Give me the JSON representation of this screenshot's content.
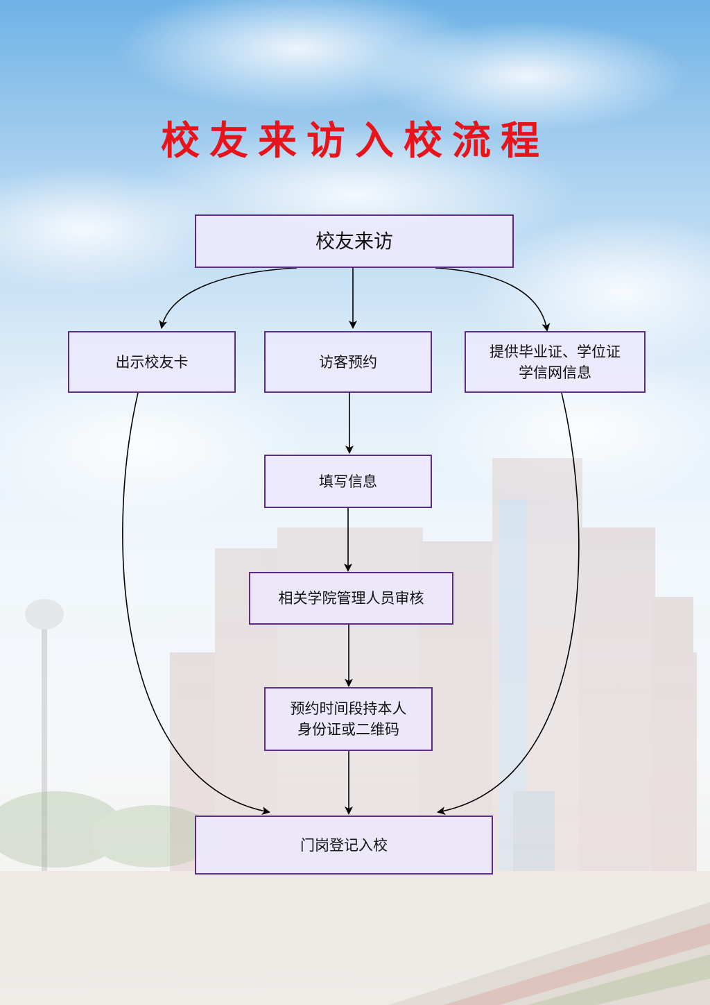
{
  "title": "校友来访入校流程",
  "flowchart": {
    "start": "校友来访",
    "branch_card": "出示校友卡",
    "branch_appointment": "访客预约",
    "branch_certificate": {
      "line1": "提供毕业证、学位证",
      "line2": "学信网信息"
    },
    "fill_info": "填写信息",
    "review": "相关学院管理人员审核",
    "bring_id": {
      "line1": "预约时间段持本人",
      "line2": "身份证或二维码"
    },
    "end": "门岗登记入校"
  },
  "colors": {
    "title": "#e8141b",
    "node_border": "#5a2d82",
    "node_fill": "#ece8fc",
    "arrow": "#000000"
  }
}
